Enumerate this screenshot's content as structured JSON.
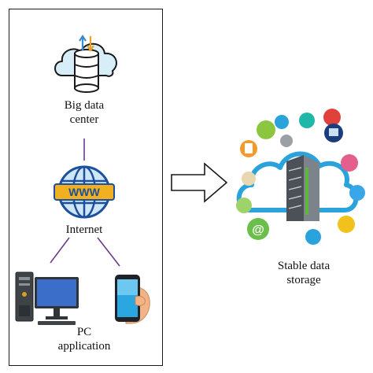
{
  "left_panel": {
    "big_data_center": {
      "line1": "Big data",
      "line2": "center"
    },
    "internet": {
      "label": "Internet",
      "www_text": "WWW"
    },
    "pc_application": {
      "line1": "PC",
      "line2": "application"
    }
  },
  "right_side": {
    "storage": {
      "line1": "Stable data",
      "line2": "storage"
    }
  },
  "colors": {
    "line_purple": "#6b3a8c",
    "cloud_blue": "#2aa3dc",
    "server_gray": "#5b5f66",
    "www_yellow": "#f0b020"
  }
}
